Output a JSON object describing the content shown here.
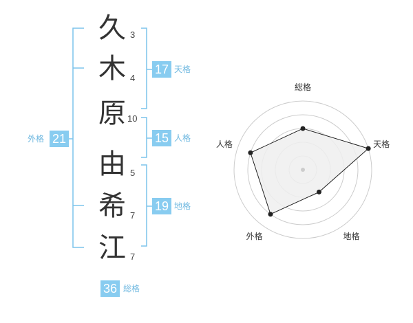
{
  "name": {
    "characters": [
      {
        "char": "久",
        "strokes": "3"
      },
      {
        "char": "木",
        "strokes": "4"
      },
      {
        "char": "原",
        "strokes": "10"
      },
      {
        "char": "由",
        "strokes": "5"
      },
      {
        "char": "希",
        "strokes": "7"
      },
      {
        "char": "江",
        "strokes": "7"
      }
    ]
  },
  "fortune": {
    "tenkaku": {
      "value": "17",
      "label": "天格"
    },
    "jinkaku": {
      "value": "15",
      "label": "人格"
    },
    "chikaku": {
      "value": "19",
      "label": "地格"
    },
    "gaikaku": {
      "value": "21",
      "label": "外格"
    },
    "soukaku": {
      "value": "36",
      "label": "総格"
    }
  },
  "colors": {
    "accent": "#88ccf0",
    "bracket": "#7cc4ec",
    "label": "#6fb8e0",
    "radar_line": "#222222",
    "radar_fill": "#eeeeee",
    "grid": "#cccccc"
  },
  "chart_data": {
    "type": "radar",
    "axes": [
      "総格",
      "天格",
      "地格",
      "外格",
      "人格"
    ],
    "rings": 5,
    "max": 5,
    "values": [
      3,
      5,
      2,
      4,
      4
    ]
  }
}
